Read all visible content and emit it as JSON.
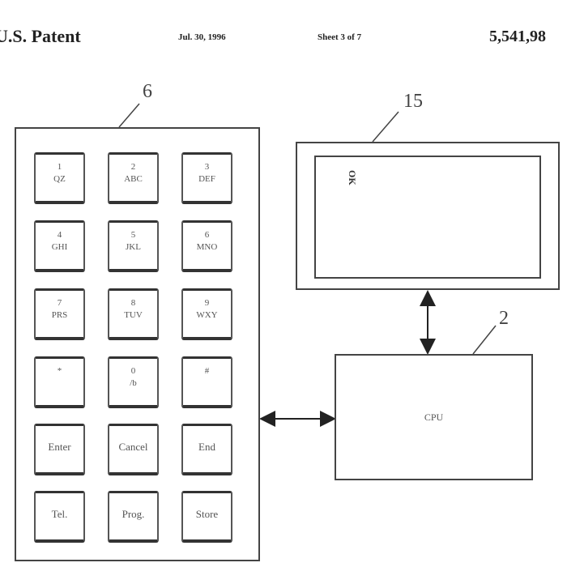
{
  "header": {
    "title": "U.S. Patent",
    "date": "Jul. 30, 1996",
    "sheet": "Sheet 3 of 7",
    "patent_number": "5,541,98"
  },
  "refs": {
    "keypad": "6",
    "display": "15",
    "cpu": "2"
  },
  "keypad": {
    "keys": [
      {
        "top": "1",
        "bottom": "QZ"
      },
      {
        "top": "2",
        "bottom": "ABC"
      },
      {
        "top": "3",
        "bottom": "DEF"
      },
      {
        "top": "4",
        "bottom": "GHI"
      },
      {
        "top": "5",
        "bottom": "JKL"
      },
      {
        "top": "6",
        "bottom": "MNO"
      },
      {
        "top": "7",
        "bottom": "PRS"
      },
      {
        "top": "8",
        "bottom": "TUV"
      },
      {
        "top": "9",
        "bottom": "WXY"
      },
      {
        "top": "*",
        "bottom": ""
      },
      {
        "top": "0",
        "bottom": "/b"
      },
      {
        "top": "#",
        "bottom": ""
      }
    ],
    "function_keys": [
      "Enter",
      "Cancel",
      "End",
      "Tel.",
      "Prog.",
      "Store"
    ]
  },
  "display": {
    "text": "OK"
  },
  "cpu": {
    "label": "CPU"
  }
}
